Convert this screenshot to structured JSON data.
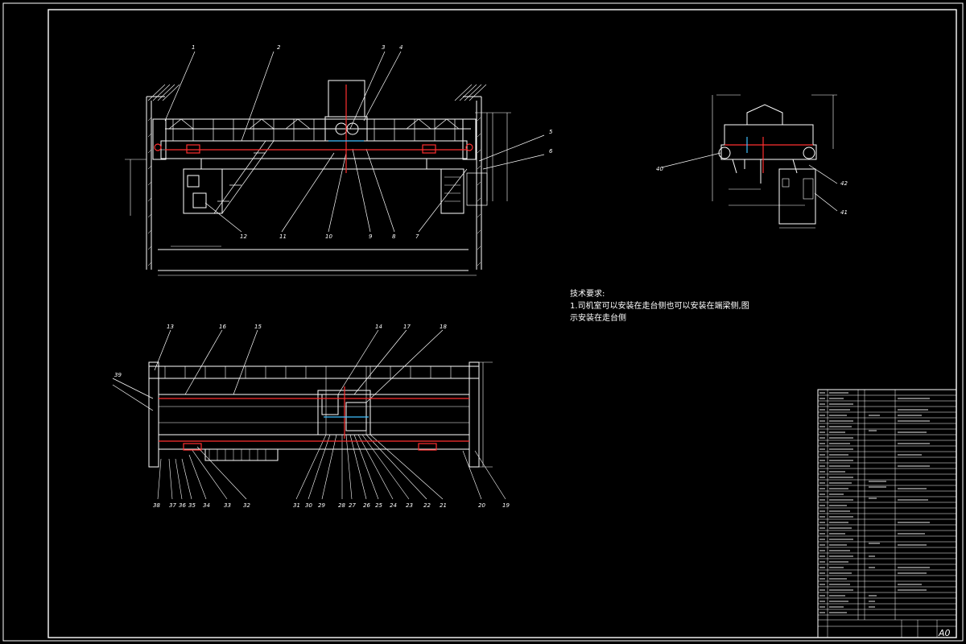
{
  "drawing": {
    "notes": {
      "title": "技术要求:",
      "line1": "1.司机室可以安装在走台侧也可以安装在端梁侧,图",
      "line2": "示安装在走台侧"
    },
    "balloons_front": [
      "1",
      "2",
      "3",
      "4",
      "5",
      "6",
      "7",
      "8",
      "9",
      "10",
      "11",
      "12"
    ],
    "balloons_plan_top": [
      "13",
      "16",
      "15",
      "14",
      "17",
      "18"
    ],
    "balloons_plan_bottom": [
      "38",
      "37",
      "36",
      "35",
      "34",
      "33",
      "32",
      "31",
      "30",
      "29",
      "28",
      "27",
      "26",
      "25",
      "24",
      "23",
      "22",
      "21",
      "20",
      "19"
    ],
    "balloon_plan_left": "39",
    "balloons_side": [
      "40",
      "42",
      "41"
    ],
    "title_block": {
      "sheet_size": "A0"
    }
  },
  "colors": {
    "line": "#ffffff",
    "accent": "#ff3030",
    "cyan": "#40c0ff",
    "background": "#000000"
  }
}
